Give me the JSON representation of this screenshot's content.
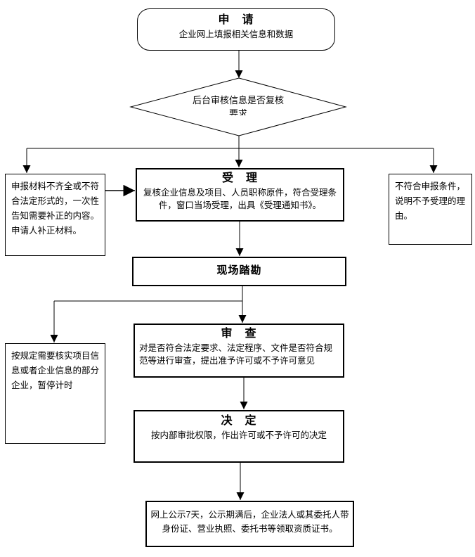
{
  "diagram": {
    "apply": {
      "title": "申　请",
      "desc": "企业网上填报相关信息和数据"
    },
    "decision": {
      "line1": "后台审核信息是否复核",
      "line2": "要求"
    },
    "supplement": {
      "text": "申报材料不齐全或不符合法定形式的，一次性告知需要补正的内容。申请人补正材料。"
    },
    "accept": {
      "title": "受　理",
      "desc": "复核企业信息及项目、人员职称原件，符合受理条件，窗口当场受理，出具《受理通知书》。"
    },
    "reject": {
      "text": "不符合申报条件，说明不予受理的理由。"
    },
    "site_survey": {
      "title": "现场踏勘"
    },
    "verify_pause": {
      "text": "按规定需要核实项目信息或者企业信息的部分企业，暂停计时"
    },
    "review": {
      "title": "审　查",
      "desc": "对是否符合法定要求、法定程序、文件是否符合规范等进行审查，提出准予许可或不予许可意见"
    },
    "decide": {
      "title": "决　定",
      "desc": "按内部审批权限，作出许可或不予许可的决定"
    },
    "publicity": {
      "text": "网上公示7天，公示期满后，企业法人或其委托人带身份证、营业执照、委托书等领取资质证书。"
    }
  },
  "colors": {
    "line": "#000000",
    "border": "#000000",
    "background": "#ffffff",
    "text": "#000000"
  }
}
